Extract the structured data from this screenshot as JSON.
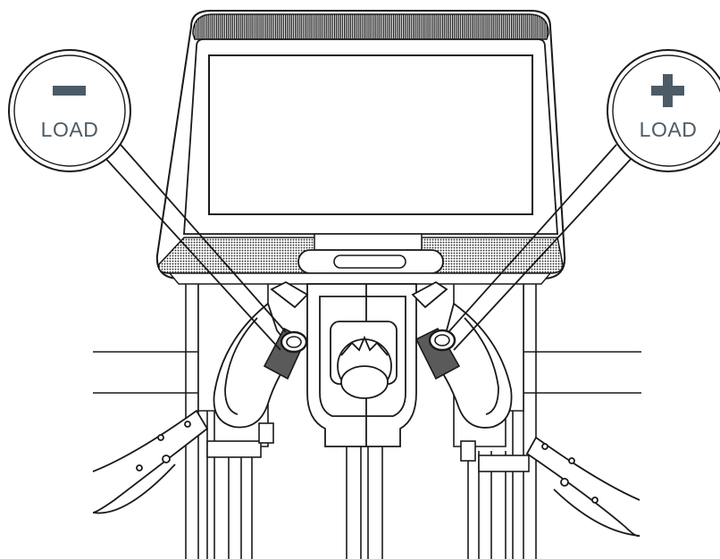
{
  "callouts": {
    "decrease": {
      "symbol": "minus-symbol",
      "label": "LOAD"
    },
    "increase": {
      "symbol": "plus-symbol",
      "label": "LOAD"
    }
  },
  "colors": {
    "line": "#1a1a1a",
    "symbol": "#4d5b66",
    "console_shading": "#2b2b2b",
    "grip_shading": "#5a5a5a",
    "background": "#ffffff"
  }
}
